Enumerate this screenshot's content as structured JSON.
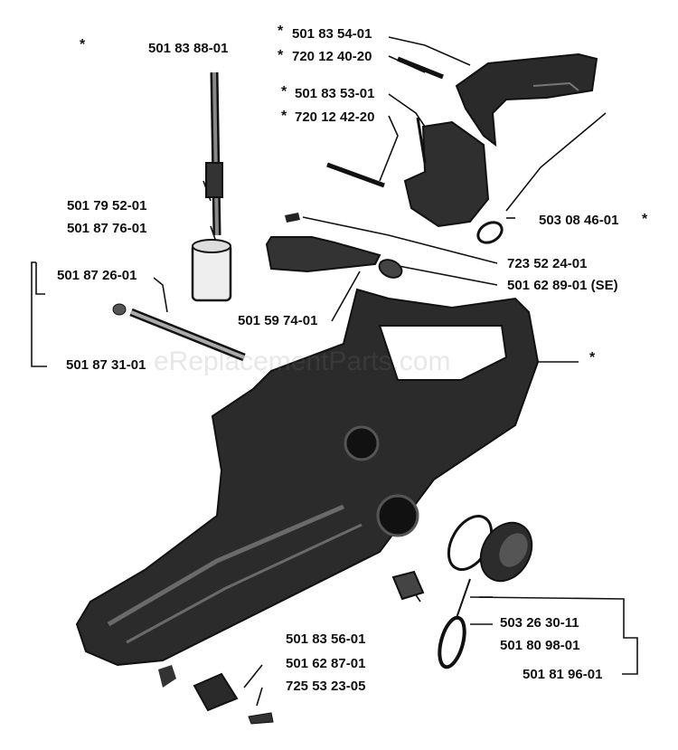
{
  "parts": {
    "p5018388": "501 83 88-01",
    "p5018354": "501 83 54-01",
    "p7201240": "720 12 40-20",
    "p5018353": "501 83 53-01",
    "p7201242": "720 12 42-20",
    "p5030846": "503 08 46-01",
    "p5017952": "501 79 52-01",
    "p5018776": "501 87 76-01",
    "p7235224": "723 52 24-01",
    "p5016289se": "501 62 89-01 (SE)",
    "p5018726": "501 87 26-01",
    "p5015974": "501 59 74-01",
    "p5018731": "501 87 31-01",
    "p5032630": "503 26 30-11",
    "p5018356": "501 83 56-01",
    "p5018098": "501 80 98-01",
    "p5016287": "501 62 87-01",
    "p5018196": "501 81 96-01",
    "p7255323": "725 53 23-05"
  },
  "marker": "*",
  "watermark": "eReplacementParts.com"
}
